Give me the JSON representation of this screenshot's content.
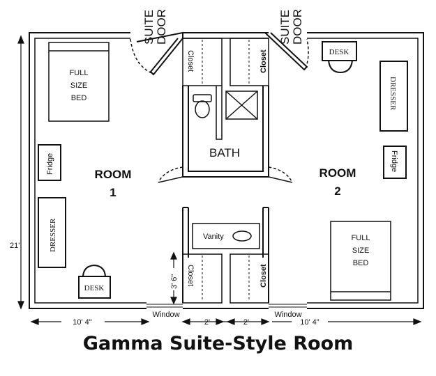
{
  "title": "Gamma Suite-Style Room",
  "rooms": {
    "room1": {
      "word": "ROOM",
      "number": "1"
    },
    "room2": {
      "word": "ROOM",
      "number": "2"
    },
    "bath": "BATH"
  },
  "furniture": {
    "bed_left": [
      "FULL",
      "SIZE",
      "BED"
    ],
    "bed_right": [
      "FULL",
      "SIZE",
      "BED"
    ],
    "fridge": "Fridge",
    "dresser": "DRESSER",
    "desk": "DESK",
    "vanity": "Vanity",
    "closet": "Closet"
  },
  "doors": {
    "suite_word": "SUITE",
    "door_word": "DOOR"
  },
  "labels": {
    "window": "Window"
  },
  "dimensions": {
    "height": "21'",
    "room_width": "10' 4\"",
    "hall_width": "2'",
    "closet_depth": "3' 6\""
  }
}
